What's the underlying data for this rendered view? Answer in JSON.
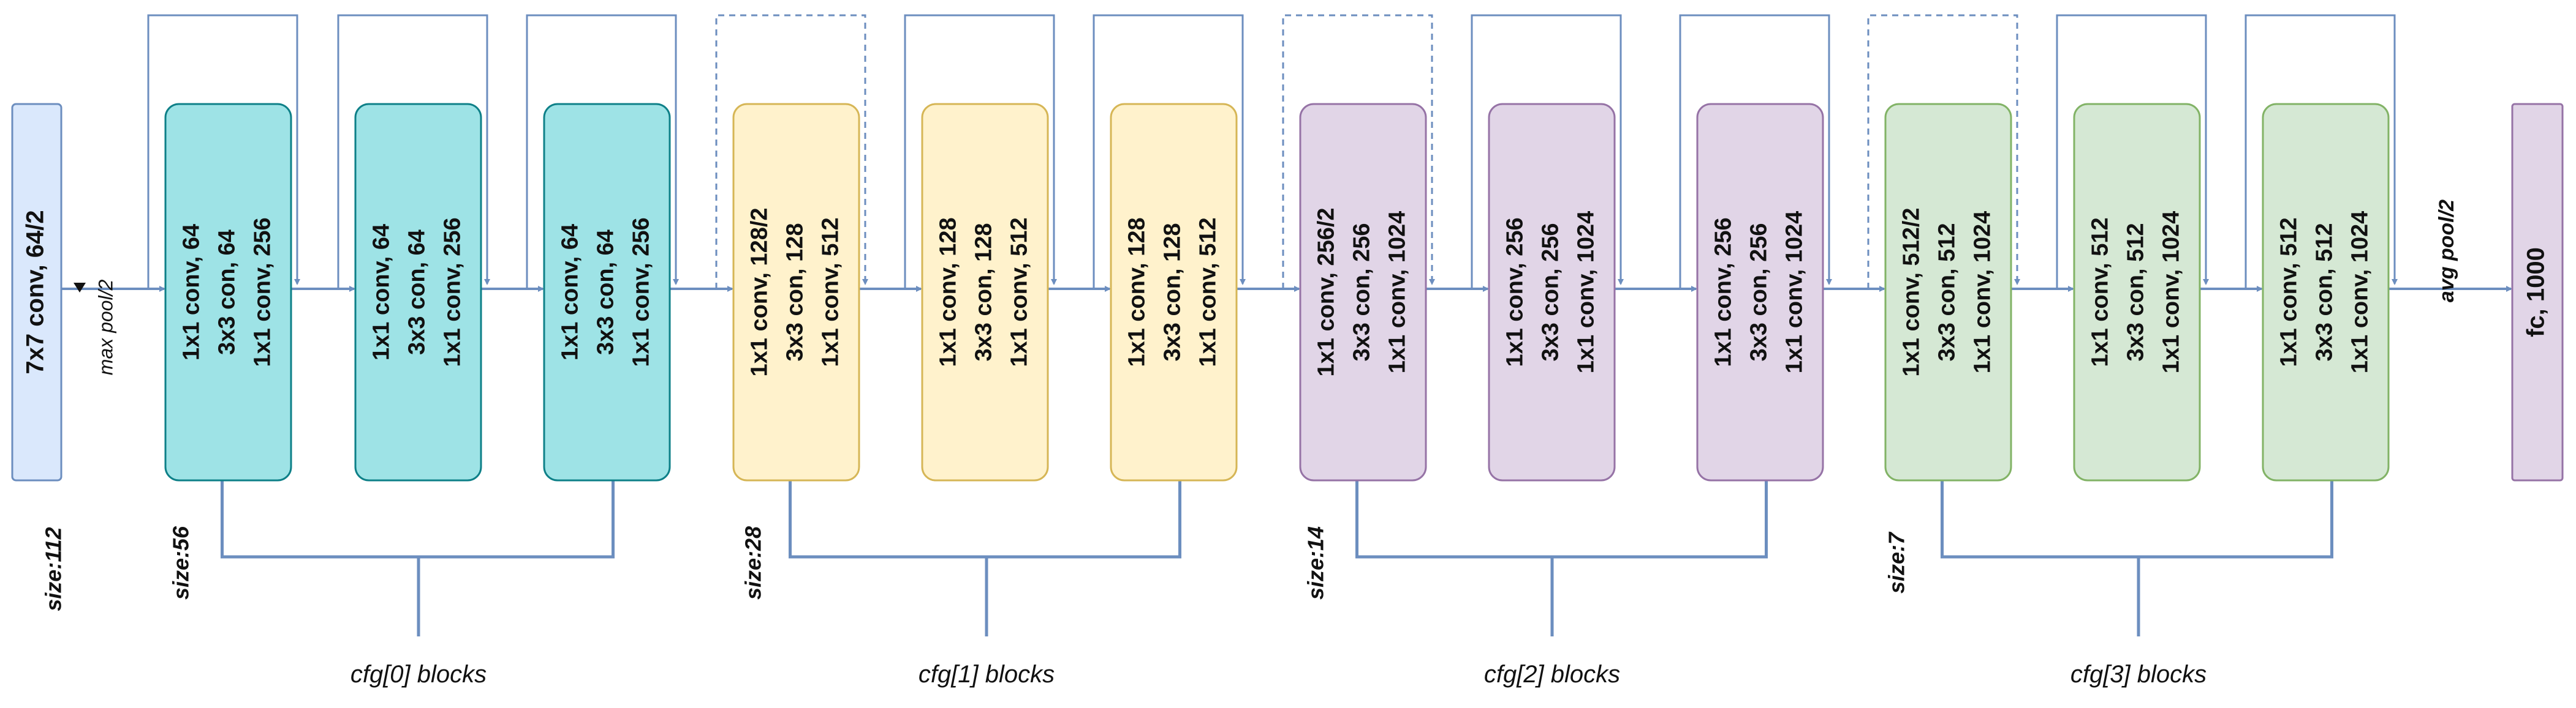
{
  "colors": {
    "line": "#6c8ebf",
    "input_fill": "#dae8fc",
    "input_stroke": "#6c8ebf",
    "stage0_fill": "#9ee3e6",
    "stage0_stroke": "#0e8088",
    "stage1_fill": "#fff2cc",
    "stage1_stroke": "#d6b656",
    "stage2_fill": "#e1d5e7",
    "stage2_stroke": "#9673a6",
    "stage3_fill": "#d5e8d4",
    "stage3_stroke": "#82b366",
    "fc_fill": "#e1d5e7",
    "fc_stroke": "#9673a6"
  },
  "input_block": {
    "label": "7x7 conv, 64/2",
    "size_label": "size:112"
  },
  "max_pool_label": "max pool/2",
  "avg_pool_label": "avg pool/2",
  "fc_block": {
    "label": "fc, 1000"
  },
  "stages": [
    {
      "size_label": "size:56",
      "group_label": "cfg[0] blocks",
      "blocks": [
        [
          "1x1 conv, 64",
          "3x3 con, 64",
          "1x1 conv, 256"
        ],
        [
          "1x1 conv, 64",
          "3x3 con, 64",
          "1x1 conv, 256"
        ],
        [
          "1x1 conv, 64",
          "3x3 con, 64",
          "1x1 conv, 256"
        ]
      ]
    },
    {
      "size_label": "size:28",
      "group_label": "cfg[1] blocks",
      "blocks": [
        [
          "1x1 conv, 128/2",
          "3x3 con, 128",
          "1x1 conv, 512"
        ],
        [
          "1x1 conv, 128",
          "3x3 con, 128",
          "1x1 conv, 512"
        ],
        [
          "1x1 conv, 128",
          "3x3 con, 128",
          "1x1 conv, 512"
        ]
      ]
    },
    {
      "size_label": "size:14",
      "group_label": "cfg[2] blocks",
      "blocks": [
        [
          "1x1 conv, 256/2",
          "3x3 con, 256",
          "1x1 conv, 1024"
        ],
        [
          "1x1 conv, 256",
          "3x3 con, 256",
          "1x1 conv, 1024"
        ],
        [
          "1x1 conv, 256",
          "3x3 con, 256",
          "1x1 conv, 1024"
        ]
      ]
    },
    {
      "size_label": "size:7",
      "group_label": "cfg[3] blocks",
      "blocks": [
        [
          "1x1 conv, 512/2",
          "3x3 con, 512",
          "1x1 conv, 1024"
        ],
        [
          "1x1 conv, 512",
          "3x3 con, 512",
          "1x1 conv, 1024"
        ],
        [
          "1x1 conv, 512",
          "3x3 con, 512",
          "1x1 conv, 1024"
        ]
      ]
    }
  ]
}
